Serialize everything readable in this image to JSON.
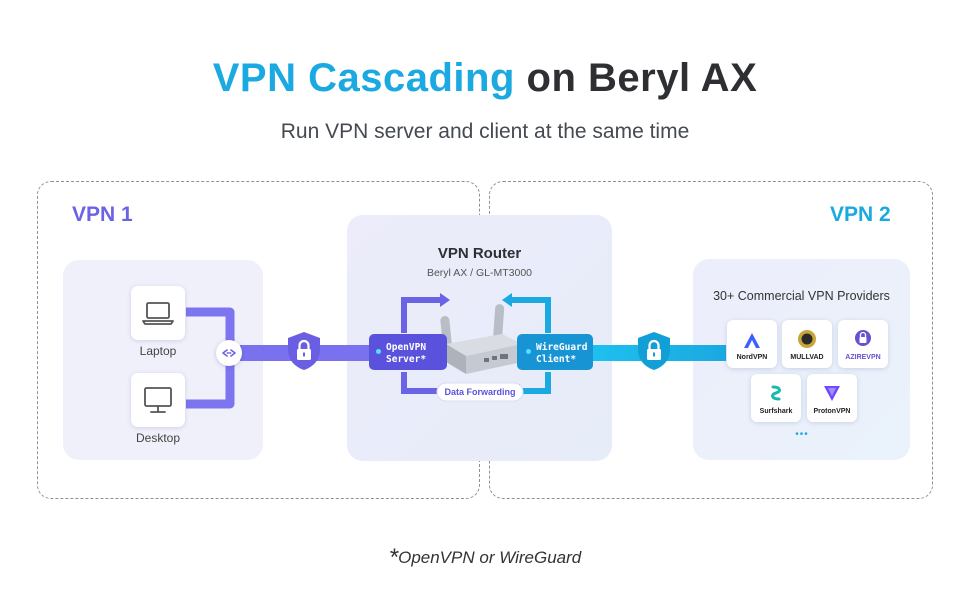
{
  "title": {
    "highlight": "VPN Cascading",
    "rest": "on Beryl AX"
  },
  "subtitle": "Run VPN server and client at the same time",
  "vpn1": {
    "label": "VPN 1",
    "devices": [
      {
        "label": "Laptop",
        "icon": "laptop-icon"
      },
      {
        "label": "Desktop",
        "icon": "desktop-icon"
      }
    ]
  },
  "vpn2": {
    "label": "VPN 2",
    "providers_title": "30+ Commercial VPN Providers",
    "providers": [
      "NordVPN",
      "MULLVAD",
      "AZIREVPN",
      "Surfshark",
      "ProtonVPN"
    ],
    "more": "•••"
  },
  "router": {
    "title": "VPN Router",
    "model": "Beryl AX / GL-MT3000",
    "server_tag": [
      "OpenVPN",
      "Server*"
    ],
    "client_tag": [
      "WireGuard",
      "Client*"
    ],
    "forwarding_label": "Data Forwarding"
  },
  "footnote": {
    "star": "*",
    "text": "OpenVPN or WireGuard"
  },
  "colors": {
    "vpn1_accent": "#6a63e6",
    "vpn2_accent": "#1aa9e0",
    "title_accent": "#1aa9e0",
    "panel_bg": "#f0f0fb",
    "router_bg": "#e9ebf8",
    "vpn2_panel_bg": "#eef2fb"
  }
}
